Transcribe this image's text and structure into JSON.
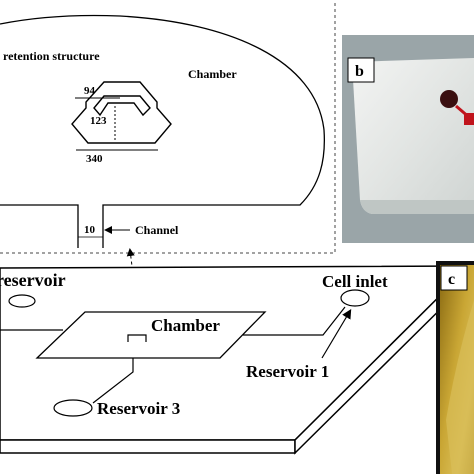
{
  "panel_a": {
    "retention_label": "retention structure",
    "chamber_label": "Chamber",
    "dim_top": "94",
    "dim_height": "123",
    "dim_bottom": "340",
    "dim_channel": "10",
    "channel_label": "Channel"
  },
  "chip": {
    "reservoir_partial": "reservoir",
    "cell_inlet": "Cell inlet",
    "chamber": "Chamber",
    "reservoir_1": "Reservoir 1",
    "reservoir_3": "Reservoir 3"
  },
  "panel_b": {
    "letter": "b"
  },
  "panel_c": {
    "letter": "c"
  },
  "colors": {
    "photo_bg_b": "#9aa5a8",
    "red_dot": "#c0141c",
    "gold": "#b99a2a",
    "tan": "#d0b24a"
  }
}
